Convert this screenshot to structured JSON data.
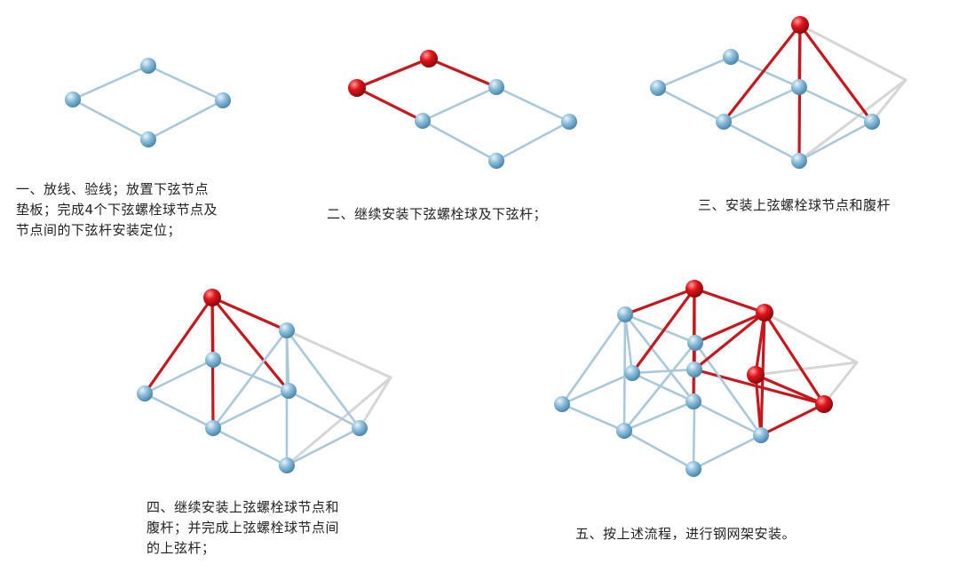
{
  "steps": [
    {
      "id": "step-1",
      "caption_lines": [
        "一、放线、验线；放置下弦节点",
        "垫板；完成4个下弦螺栓球节点及",
        "节点间的下弦杆安装定位；"
      ]
    },
    {
      "id": "step-2",
      "caption_lines": [
        "二、继续安装下弦螺栓球及下弦杆；"
      ]
    },
    {
      "id": "step-3",
      "caption_lines": [
        "三、安装上弦螺栓球节点和腹杆"
      ]
    },
    {
      "id": "step-4",
      "caption_lines": [
        "四、继续安装上弦螺栓球节点和",
        "腹杆；并完成上弦螺栓球节点间",
        "的上弦杆；"
      ]
    },
    {
      "id": "step-5",
      "caption_lines": [
        "五、按上述流程，进行钢网架安装。"
      ]
    }
  ],
  "colors": {
    "bottom_chord_bar": "#a9c8dc",
    "bottom_node": "#7fb4d3",
    "new_member": "#c8171c",
    "new_node": "#e0141a",
    "shadow": "#d6d6d6"
  }
}
